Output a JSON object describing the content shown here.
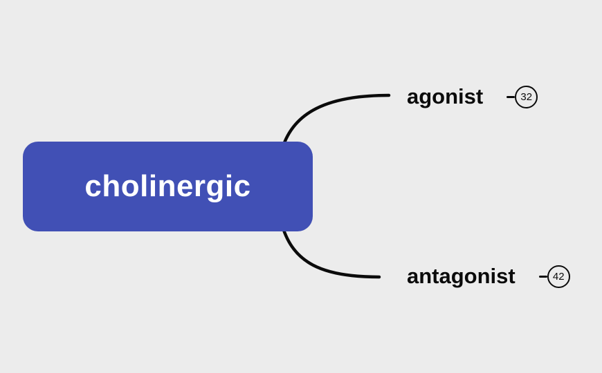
{
  "diagram": {
    "type": "mindmap",
    "root": {
      "label": "cholinergic"
    },
    "branches": [
      {
        "label": "agonist",
        "count": "32"
      },
      {
        "label": "antagonist",
        "count": "42"
      }
    ],
    "colors": {
      "background": "#ececec",
      "root_node_bg": "#4150b5",
      "root_node_text": "#ffffff",
      "branch_text": "#0b0b0b",
      "connector_line": "#0b0b0b"
    }
  }
}
